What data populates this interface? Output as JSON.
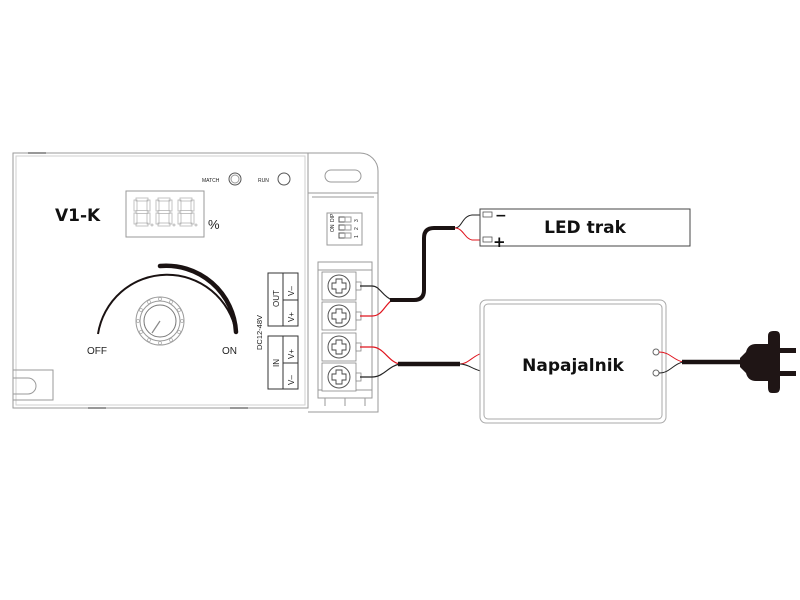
{
  "controller": {
    "model": "V1-K",
    "display_unit": "%",
    "indicators": [
      {
        "label": "MATCH"
      },
      {
        "label": "RUN"
      }
    ],
    "dial": {
      "label_off": "OFF",
      "label_on": "ON"
    },
    "voltage_label": "DC12-48V",
    "out_block": {
      "label": "OUT",
      "terminals": [
        "V+",
        "V–"
      ]
    },
    "in_block": {
      "label": "IN",
      "terminals": [
        "V–",
        "V+"
      ]
    },
    "dip_switch": {
      "label_on": "ON",
      "label_dip": "DIP",
      "positions": [
        "1",
        "2",
        "3"
      ]
    }
  },
  "led_strip": {
    "label": "LED trak",
    "terminal_minus": "−",
    "terminal_plus": "+"
  },
  "power_supply": {
    "label": "Napajalnik"
  },
  "colors": {
    "wire_positive": "#e0141e",
    "wire_negative": "#222222",
    "cable": "#1a1212",
    "outline": "#9a9a9a"
  }
}
